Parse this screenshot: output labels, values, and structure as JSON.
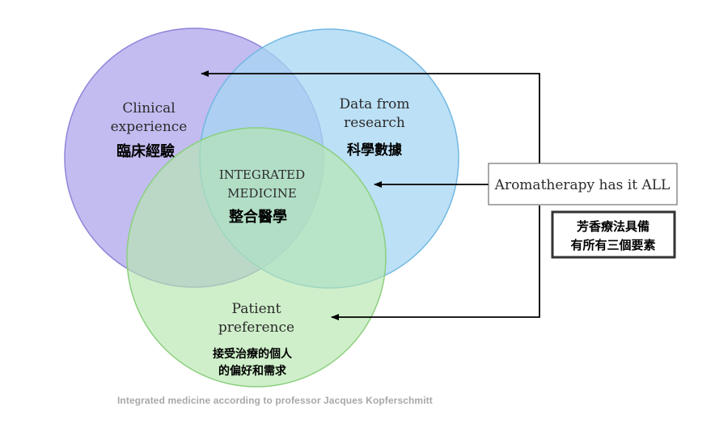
{
  "circles": {
    "clinical": {
      "label_line1": "Clinical",
      "label_line2": "experience",
      "label_zh": "臨床經驗",
      "fill": "#b9b0ee",
      "stroke": "#8e84d8"
    },
    "research": {
      "label_line1": "Data from",
      "label_line2": "research",
      "label_zh": "科學數據",
      "fill": "#a6d6f1",
      "stroke": "#72b8e2"
    },
    "patient": {
      "label_line1": "Patient",
      "label_line2": "preference",
      "label_zh_line1": "接受治療的個人",
      "label_zh_line2": "的偏好和需求",
      "fill": "#b6e6ad",
      "stroke": "#8ccf7f"
    }
  },
  "center": {
    "label_line1": "INTEGRATED",
    "label_line2": "MEDICINE",
    "label_zh": "整合醫學"
  },
  "aromatherapy_box": {
    "label": "Aromatherapy has it ALL"
  },
  "chinese_box": {
    "line1": "芳香療法具備",
    "line2": "有所有三個要素"
  },
  "caption": "Integrated medicine according to professor Jacques Kopferschmitt",
  "colors": {
    "arrow": "#000000",
    "text": "#2b2b2b"
  }
}
